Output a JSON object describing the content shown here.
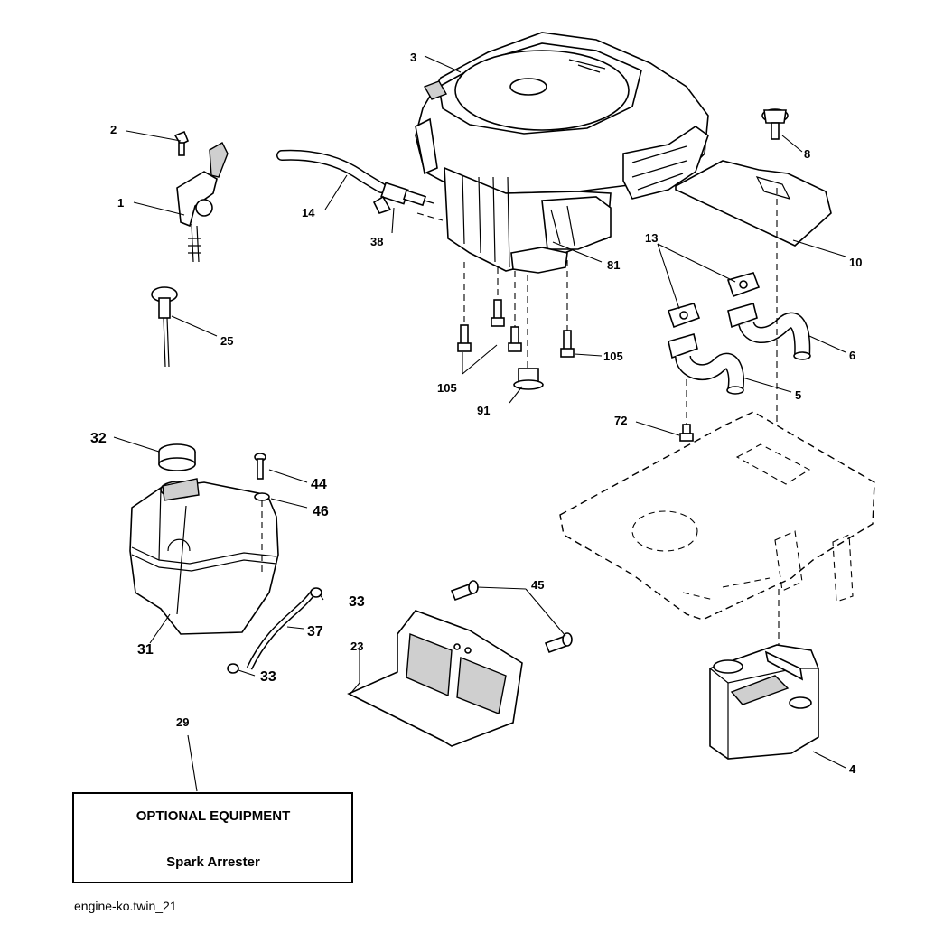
{
  "callouts": {
    "c1": "1",
    "c2": "2",
    "c3": "3",
    "c4": "4",
    "c5": "5",
    "c6": "6",
    "c8": "8",
    "c10": "10",
    "c13": "13",
    "c14": "14",
    "c23": "23",
    "c25": "25",
    "c29": "29",
    "c31": "31",
    "c32": "32",
    "c33a": "33",
    "c33b": "33",
    "c37": "37",
    "c38": "38",
    "c44": "44",
    "c45": "45",
    "c46": "46",
    "c72": "72",
    "c81": "81",
    "c91": "91",
    "c105a": "105",
    "c105b": "105"
  },
  "optional_box": {
    "title": "OPTIONAL EQUIPMENT",
    "item": "Spark Arrester"
  },
  "footer": {
    "drawing_id": "engine-ko.twin_21"
  }
}
